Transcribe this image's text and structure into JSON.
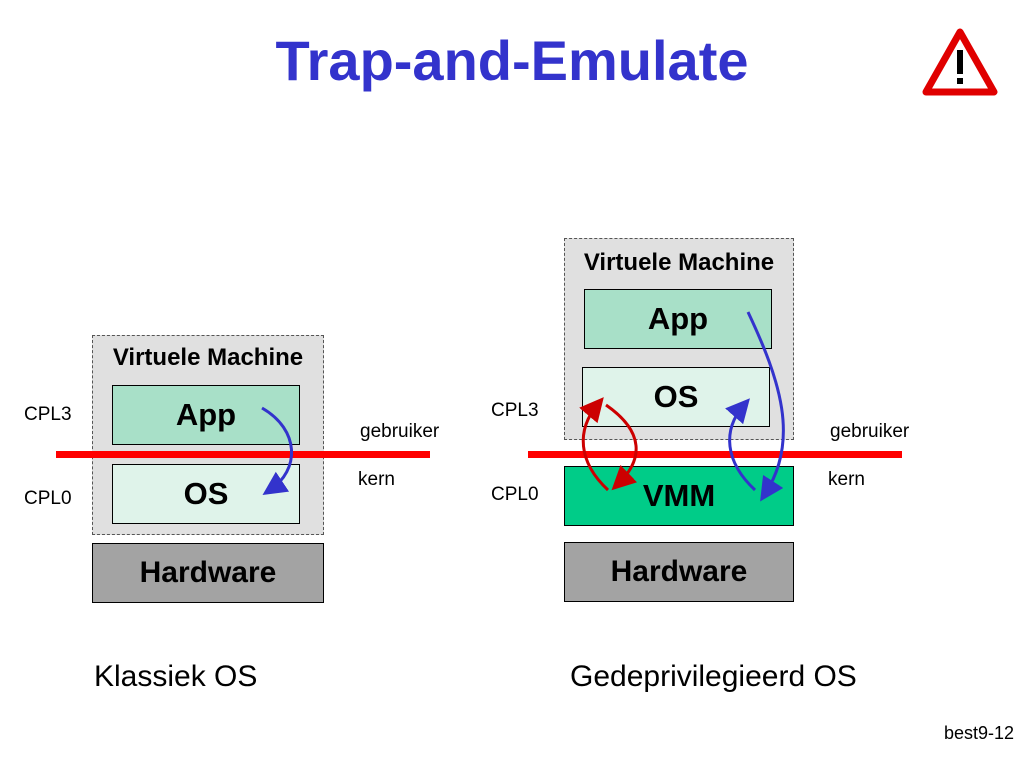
{
  "title": "Trap-and-Emulate",
  "warning_icon": "warning-triangle-icon",
  "colors": {
    "title": "#3333cc",
    "red_line": "#ff0000",
    "blue_arrow": "#3333cc",
    "red_arrow": "#cc0000"
  },
  "left": {
    "vm_label": "Virtuele Machine",
    "app": "App",
    "os": "OS",
    "hardware": "Hardware",
    "cpl3": "CPL3",
    "cpl0": "CPL0",
    "user": "gebruiker",
    "kernel": "kern",
    "caption": "Klassiek OS"
  },
  "right": {
    "vm_label": "Virtuele Machine",
    "app": "App",
    "os": "OS",
    "vmm": "VMM",
    "hardware": "Hardware",
    "cpl3": "CPL3",
    "cpl0": "CPL0",
    "user": "gebruiker",
    "kernel": "kern",
    "caption": "Gedeprivilegieerd OS"
  },
  "footer": "best9-12"
}
